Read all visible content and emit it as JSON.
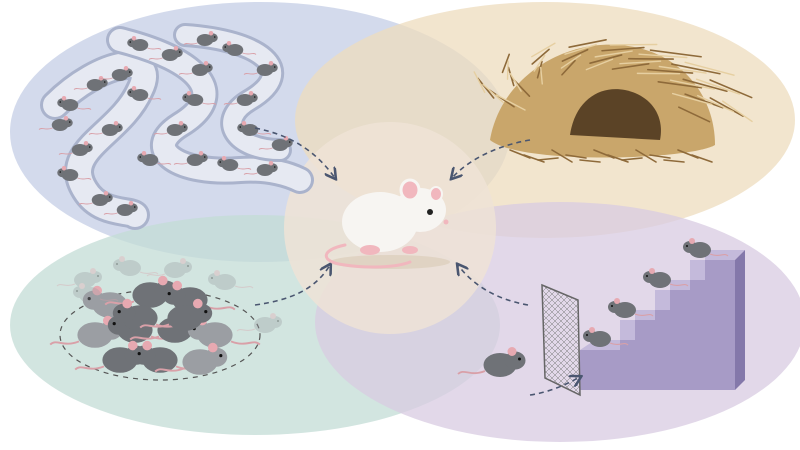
{
  "diagram": {
    "center": {
      "subject": "white-mouse",
      "color_body": "#f7f5f2",
      "color_ear": "#f1b7be"
    },
    "quadrants": [
      {
        "id": "maze-tunnels",
        "position": "top-left",
        "color": "#c4cde6"
      },
      {
        "id": "burrow-nest",
        "position": "top-right",
        "color": "#eedcbe"
      },
      {
        "id": "huddling-group",
        "position": "bottom-left",
        "color": "#c3dcd6"
      },
      {
        "id": "staircase-climbing",
        "position": "bottom-right",
        "color": "#d8cbe2"
      }
    ],
    "colors": {
      "center_disc": "#eee3d6",
      "mouse_gray": "#6f7277",
      "mouse_gray_light": "#9b9ea3",
      "tunnel": "#e6e9f2",
      "tunnel_edge": "#aab3cc",
      "straw": "#c9a66b",
      "straw_dark": "#8e6a3a",
      "stairs": "#a79bc6",
      "stairs_dark": "#8478aa",
      "arrow": "#4a5670"
    }
  }
}
